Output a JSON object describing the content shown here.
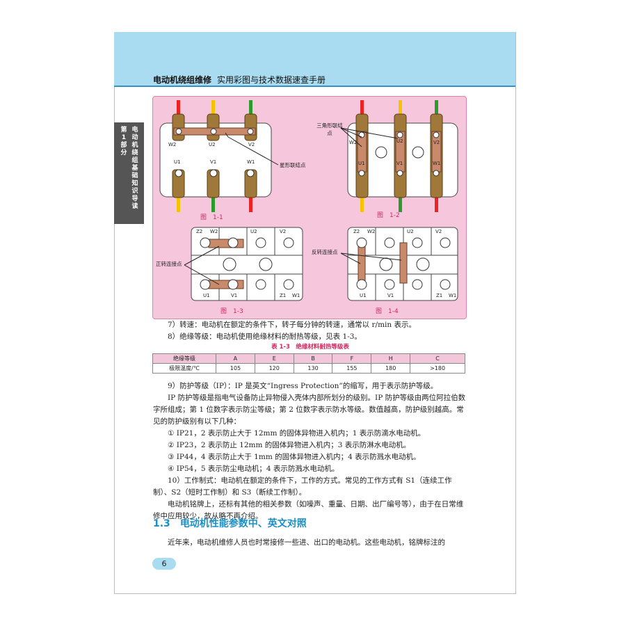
{
  "header": {
    "title_bold": "电动机绕组维修",
    "title_rest": "实用彩图与技术数据速查手册"
  },
  "side_tab": {
    "col1": "第1部分",
    "col2": "电动机绕组基础知识导读"
  },
  "figures": {
    "fig1": {
      "caption": "图　1-1",
      "note": "星形联结点",
      "terms_top": [
        "W2",
        "U2",
        "V2"
      ],
      "terms_bottom": [
        "U1",
        "V1",
        "W1"
      ]
    },
    "fig2": {
      "caption": "图　1-2",
      "note": "三角形联结点",
      "terms_top": [
        "W2",
        "U2",
        "V2"
      ],
      "terms_bottom": [
        "U1",
        "V1",
        "W1"
      ]
    },
    "fig3": {
      "caption": "图　1-3",
      "note": "正转连接点",
      "terms_top": [
        "Z2",
        "W2",
        "U2",
        "V2"
      ],
      "terms_bottom": [
        "U1",
        "V1",
        "Z1",
        "W1"
      ]
    },
    "fig4": {
      "caption": "图　1-4",
      "note": "反转连接点",
      "terms_top": [
        "Z2",
        "W2",
        "U2",
        "V2"
      ],
      "terms_bottom": [
        "U1",
        "V1",
        "Z1",
        "W1"
      ]
    }
  },
  "paragraphs_a": [
    "7）转速：电动机在额定的条件下，转子每分钟的转速，通常以 r/min 表示。",
    "8）绝缘等级：电动机使用绝缘材料的耐热等级，见表 1-3。"
  ],
  "table": {
    "caption": "表 1-3　绝缘材料耐热等级表",
    "rows": [
      [
        "绝缘等级",
        "A",
        "E",
        "B",
        "F",
        "H",
        "C"
      ],
      [
        "极限温度/℃",
        "105",
        "120",
        "130",
        "155",
        "180",
        ">180"
      ]
    ]
  },
  "paragraphs_b": [
    "9）防护等级（IP）：IP 是英文“Ingress Protection”的缩写，用于表示防护等级。",
    "IP 防护等级是指电气设备防止异物侵入壳体内部所划分的级别。IP 防护等级由两位阿拉伯数字所组成；第 1 位数字表示防尘等级；第 2 位数字表示防水等级。数值越高，防护级别越高。常见的防护级别有以下几种：",
    "① IP21，2 表示防止大于 12mm 的固体异物进入机内；1 表示防滴水电动机。",
    "② IP23，2 表示防止 12mm 的固体异物进入机内；3 表示防淋水电动机。",
    "③ IP44，4 表示防止大于 1mm 的固体异物进入机内；4 表示防溅水电动机。",
    "④ IP54，5 表示防尘电动机；4 表示防溅水电动机。",
    "10）工作制式：电动机在额定的条件下，工作的方式。常见的工作方式有 S1（连续工作制）、S2（短时工作制）和 S3（断续工作制）。",
    "电动机铭牌上，还标有其他的相关参数（如噪声、重量、日期、出厂编号等），由于在日常维修中应用较少，故从略不再介绍。"
  ],
  "section": {
    "number": "1.3",
    "title": "电动机性能参数中、英文对照"
  },
  "paragraph_c": "近年来，电动机维修人员也时常接修一些进、出口的电动机。这些电动机，铭牌标注的",
  "page_number": "6"
}
